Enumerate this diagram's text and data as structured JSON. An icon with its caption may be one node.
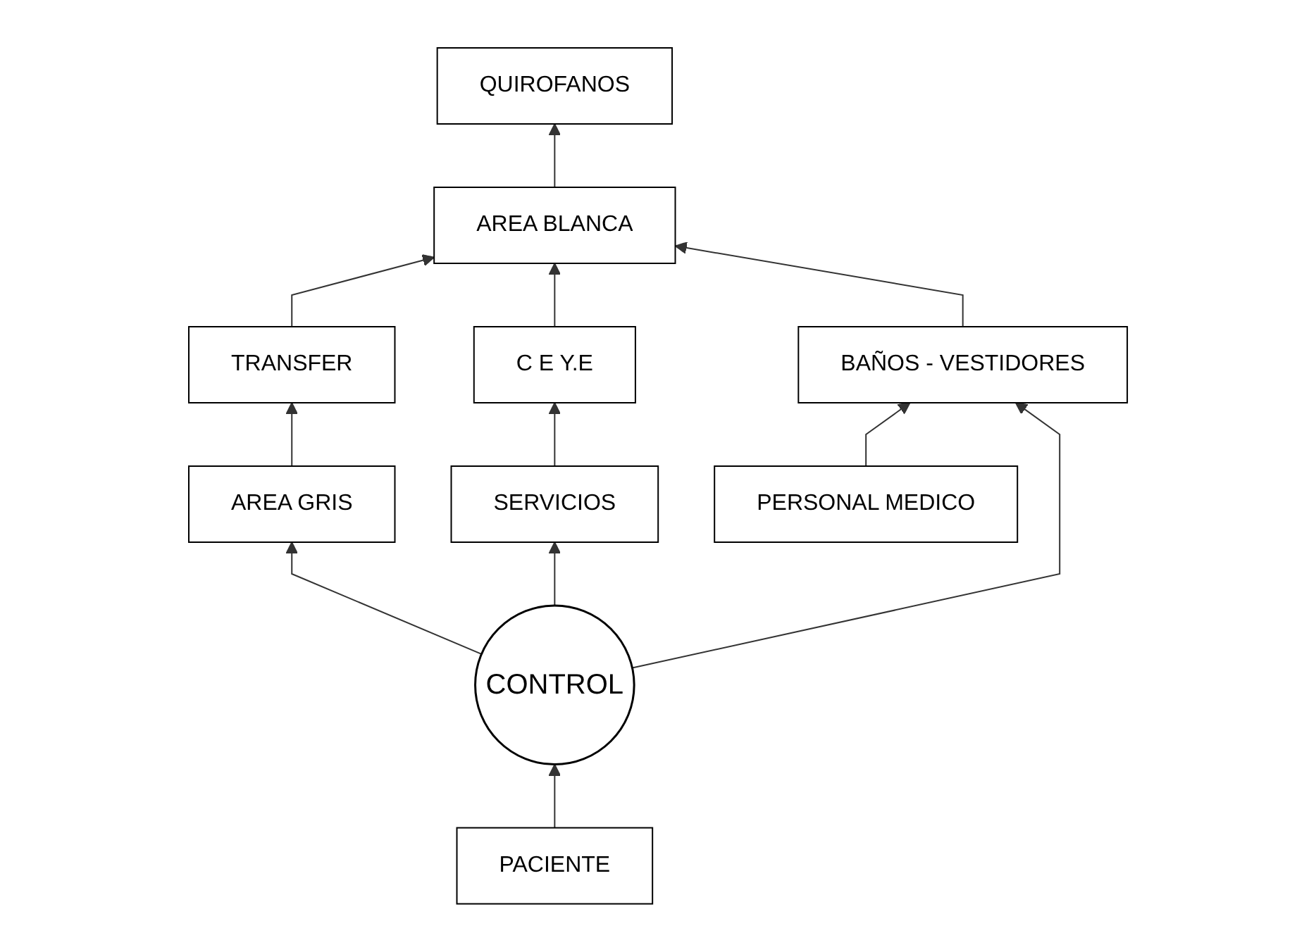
{
  "diagram": {
    "nodes": [
      {
        "text": [
          "QUIROFANOS"
        ]
      },
      {
        "text": [
          "TRANSFER"
        ]
      },
      {
        "text": [
          "AREA BLANCA"
        ]
      },
      {
        "text": [
          "C E Y.E"
        ]
      },
      {
        "text": [
          "AREA GRIS"
        ]
      },
      {
        "text": [
          "BAÑOS - VESTIDORES"
        ]
      },
      {
        "text": [
          "SERVICIOS"
        ]
      },
      {
        "text": [
          "CONTROL"
        ]
      },
      {
        "text": [
          "PACIENTE"
        ]
      },
      {
        "text": [
          "PERSONAL MEDICO"
        ]
      }
    ],
    "edges": [
      {
        "from": 2,
        "to": 0,
        "arrow": "to"
      },
      {
        "from": 1,
        "to": 2,
        "arrow": "to"
      },
      {
        "from": 3,
        "to": 2,
        "arrow": "to"
      },
      {
        "from": 4,
        "to": 1,
        "arrow": "to"
      },
      {
        "from": 5,
        "to": 2,
        "arrow": "to"
      },
      {
        "from": 6,
        "to": 3,
        "arrow": "to"
      },
      {
        "from": 7,
        "to": 4,
        "arrow": "to"
      },
      {
        "from": 8,
        "to": 7,
        "arrow": "to"
      },
      {
        "from": 9,
        "to": 5,
        "arrow": "to"
      },
      {
        "from": 7,
        "to": 5,
        "arrow": "to"
      },
      {
        "from": 7,
        "to": 6,
        "arrow": "to"
      }
    ]
  }
}
